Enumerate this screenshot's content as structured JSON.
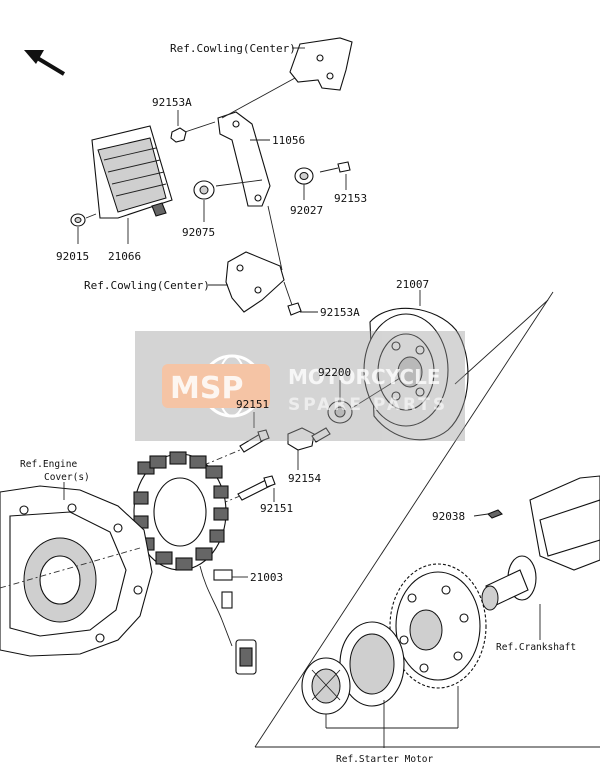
{
  "parts": {
    "p92153A_top": "92153A",
    "p11056": "11056",
    "p92027": "92027",
    "p92153": "92153",
    "p92075": "92075",
    "p92015": "92015",
    "p21066": "21066",
    "p92153A_bot": "92153A",
    "p21007": "21007",
    "p92200": "92200",
    "p92151_a": "92151",
    "p92151_b": "92151",
    "p92154": "92154",
    "p21003": "21003",
    "p92038": "92038"
  },
  "refs": {
    "cowling_top": "Ref.Cowling(Center)",
    "cowling_mid": "Ref.Cowling(Center)",
    "engine_cover_1": "Ref.Engine",
    "engine_cover_2": "Cover(s)",
    "crankshaft": "Ref.Crankshaft",
    "starter_motor": "Ref.Starter Motor"
  },
  "watermark": {
    "logo": "MSP",
    "line1": "MOTORCYCLE",
    "line2": "SPARE PARTS",
    "accent_color": "#e8742a"
  },
  "direction_icon": "front-arrow-icon"
}
